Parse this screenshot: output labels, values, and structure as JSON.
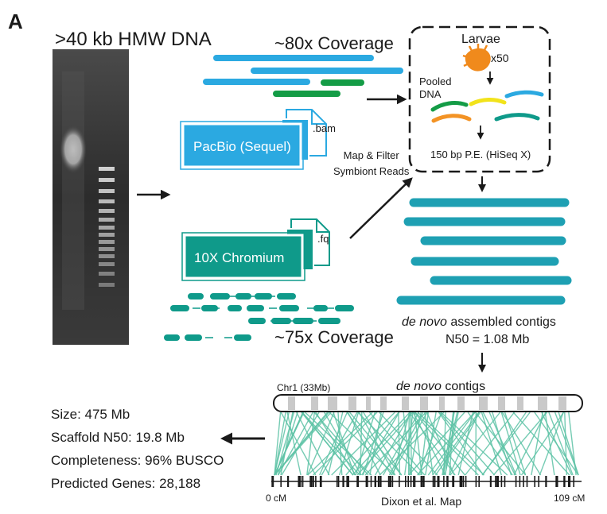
{
  "panel_label": "A",
  "gel_title": ">40 kb HMW DNA",
  "pacbio": {
    "coverage": "~80x Coverage",
    "platform": "PacBio (Sequel)",
    "file_ext": ".bam"
  },
  "tenx": {
    "coverage": "~75x Coverage",
    "platform": "10X Chromium",
    "file_ext": ".fq"
  },
  "illumina": {
    "source": "Larvae",
    "count": "x50",
    "pooled": "Pooled\nDNA",
    "sequencing": "150 bp P.E. (HiSeq X)"
  },
  "filter_step": "Map & Filter\nSymbiont Reads",
  "assembly": {
    "contigs_em": "de novo",
    "contigs_rest": " assembled contigs",
    "n50": "N50 = 1.08 Mb"
  },
  "synteny": {
    "contigs_em": "de novo",
    "contigs_rest": " contigs",
    "chromosome": "Chr1 (33Mb)",
    "map_start": "0 cM",
    "map_end": "109 cM",
    "map_source": "Dixon et al. Map"
  },
  "stats": [
    "Size: 475 Mb",
    "Scaffold N50: 19.8 Mb",
    "Completeness: 96% BUSCO",
    "Predicted Genes: 28,188"
  ],
  "colors": {
    "pacbio": "#2ba9e1",
    "tenx": "#0f9a8a",
    "illumina_green": "#149c46",
    "illumina_yellow": "#f2e31b",
    "illumina_orange": "#f39325",
    "synteny": "#5ec3a6",
    "contig": "#1ea0b3",
    "larva": "#f08a1c"
  }
}
